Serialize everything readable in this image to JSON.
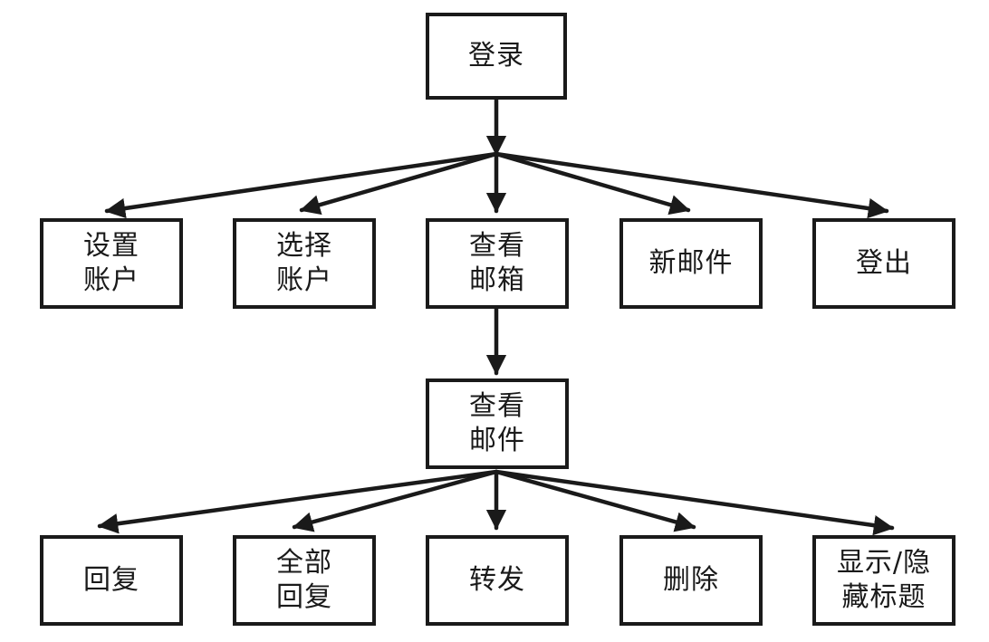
{
  "colors": {
    "stroke": "#1a1a1a",
    "background": "#ffffff"
  },
  "nodes": {
    "login": "登录",
    "settings": "设置\n账户",
    "select_account": "选择\n账户",
    "view_mailbox": "查看\n邮箱",
    "new_mail": "新邮件",
    "logout": "登出",
    "view_mail": "查看\n邮件",
    "reply": "回复",
    "reply_all": "全部\n回复",
    "forward": "转发",
    "delete": "删除",
    "toggle_header": "显示/隐\n藏标题"
  },
  "edges": [
    [
      "login",
      "settings"
    ],
    [
      "login",
      "select_account"
    ],
    [
      "login",
      "view_mailbox"
    ],
    [
      "login",
      "new_mail"
    ],
    [
      "login",
      "logout"
    ],
    [
      "view_mailbox",
      "view_mail"
    ],
    [
      "view_mail",
      "reply"
    ],
    [
      "view_mail",
      "reply_all"
    ],
    [
      "view_mail",
      "forward"
    ],
    [
      "view_mail",
      "delete"
    ],
    [
      "view_mail",
      "toggle_header"
    ]
  ]
}
